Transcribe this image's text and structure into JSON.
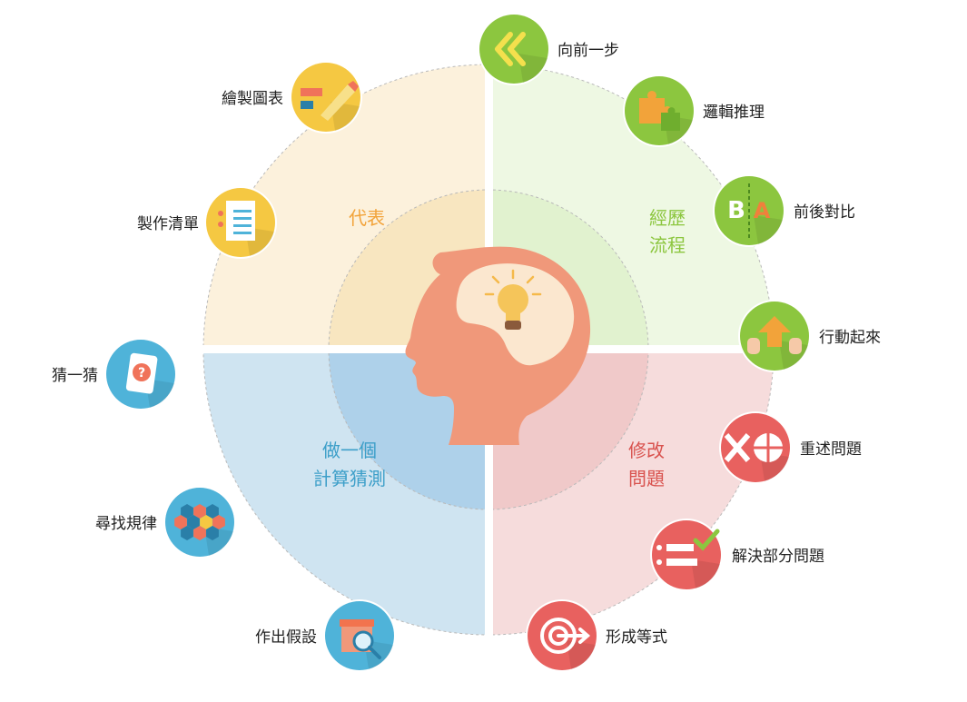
{
  "quadrants": {
    "top_left": {
      "lines": [
        "代表"
      ],
      "color": "#f2a33a"
    },
    "top_right": {
      "lines": [
        "經歷",
        "流程"
      ],
      "color": "#8cc63f"
    },
    "bottom_left": {
      "lines": [
        "做一個",
        "計算猜測"
      ],
      "color": "#3d9fc9"
    },
    "bottom_right": {
      "lines": [
        "修改",
        "問題"
      ],
      "color": "#d9534f"
    }
  },
  "strategies": [
    {
      "label": "向前一步",
      "icon": "double-chevron-left-icon",
      "group": "green"
    },
    {
      "label": "邏輯推理",
      "icon": "puzzle-icon",
      "group": "green"
    },
    {
      "label": "前後對比",
      "icon": "ba-compare-icon",
      "group": "green",
      "icon_text": [
        "B",
        "A"
      ]
    },
    {
      "label": "行動起來",
      "icon": "hands-arrow-icon",
      "group": "green"
    },
    {
      "label": "重述問題",
      "icon": "shapes-icon",
      "group": "red"
    },
    {
      "label": "解決部分問題",
      "icon": "checklist-icon",
      "group": "red"
    },
    {
      "label": "形成等式",
      "icon": "target-arrow-icon",
      "group": "red"
    },
    {
      "label": "作出假設",
      "icon": "gift-magnifier-icon",
      "group": "blue"
    },
    {
      "label": "尋找規律",
      "icon": "hexagon-pattern-icon",
      "group": "blue"
    },
    {
      "label": "猜一猜",
      "icon": "question-card-icon",
      "group": "blue",
      "icon_text": [
        "?"
      ]
    },
    {
      "label": "製作清單",
      "icon": "list-paper-icon",
      "group": "yellow"
    },
    {
      "label": "繪製圖表",
      "icon": "pencil-chart-icon",
      "group": "yellow"
    }
  ],
  "center": {
    "icon": "head-lightbulb-icon"
  },
  "colors": {
    "yellow": "#f5c842",
    "green": "#8cc63f",
    "red": "#e8615f",
    "blue": "#4fb3d9",
    "head": "#f0987a",
    "bulb": "#f5b94a"
  }
}
